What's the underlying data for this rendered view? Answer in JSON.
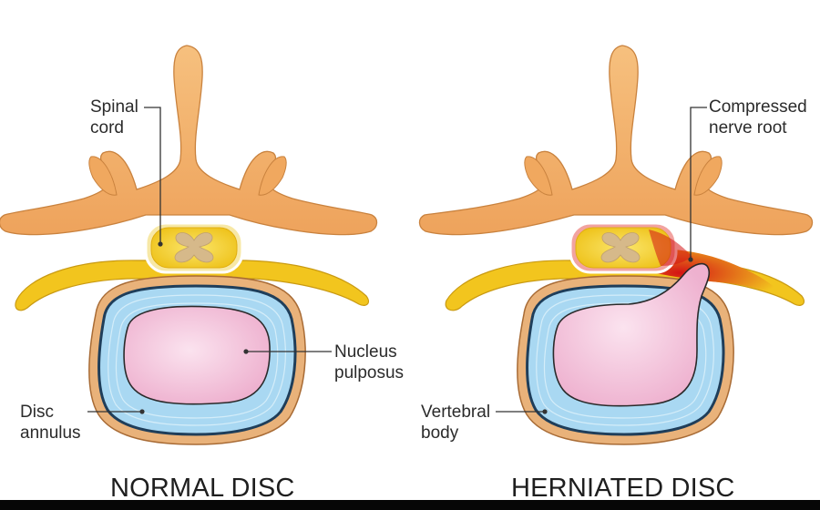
{
  "labels": {
    "spinal_cord": [
      "Spinal",
      "cord"
    ],
    "nucleus_pulposus": [
      "Nucleus",
      "pulposus"
    ],
    "disc_annulus": [
      "Disc",
      "annulus"
    ],
    "compressed_nerve_root": [
      "Compressed",
      "nerve root"
    ],
    "vertebral_body": [
      "Vertebral",
      "body"
    ]
  },
  "captions": {
    "normal": "NORMAL DISC",
    "herniated": "HERNIATED DISC"
  },
  "colors": {
    "bone": "#f2b06a",
    "bone_outline": "#c9823e",
    "nerve": "#f2c51e",
    "annulus": "#a9d8f2",
    "annulus_outline": "#2a4a66",
    "nucleus": "#f3bfd8",
    "cord": "#f7dc3a",
    "grey_matter": "#d6b98a",
    "inflammation": "#d41414"
  }
}
